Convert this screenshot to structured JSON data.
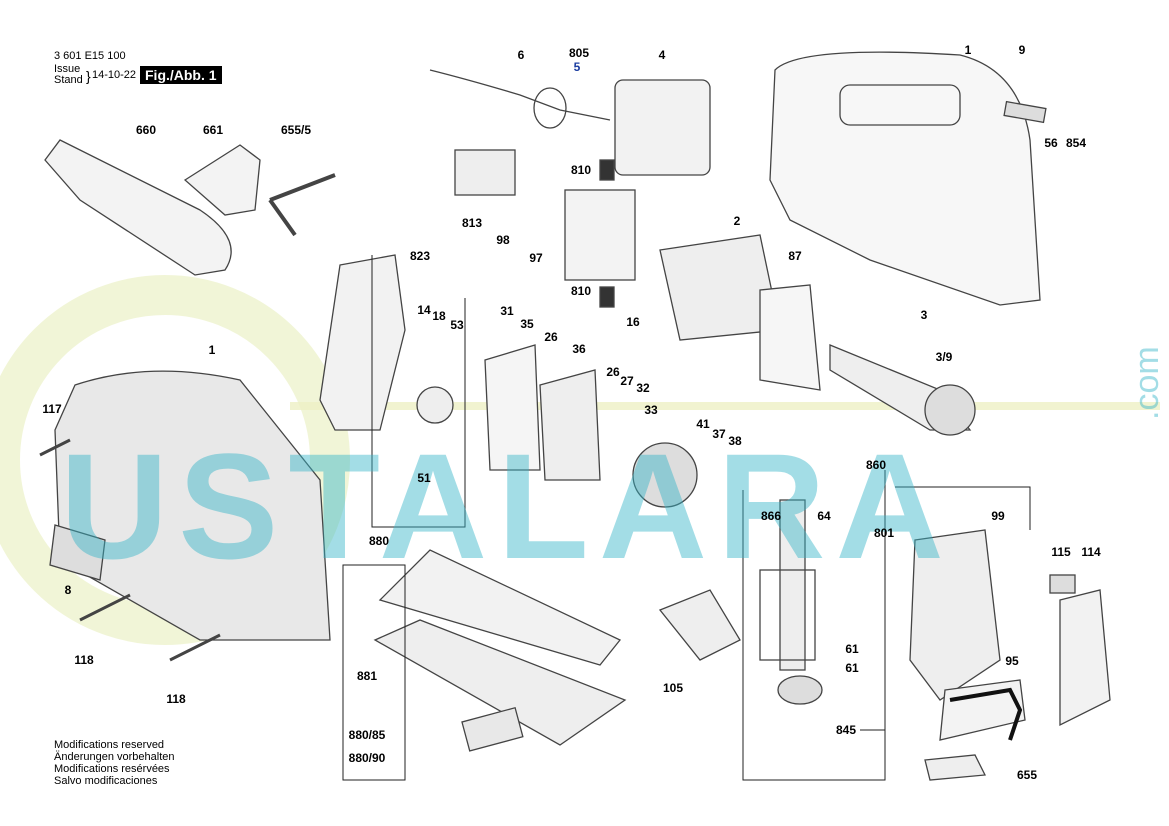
{
  "header": {
    "part_number": "3 601 E15 100",
    "issue_label": "Issue",
    "stand_label": "Stand",
    "date": "14-10-22",
    "figure": "Fig./Abb. 1"
  },
  "notes": [
    "Modifications reserved",
    "Änderungen vorbehalten",
    "Modifications resérvées",
    "Salvo modificaciones"
  ],
  "watermark": {
    "text": "USTALARA",
    ".com": ".com"
  },
  "labels": [
    "6",
    "805",
    "5",
    "4",
    "1",
    "9",
    "56",
    "854",
    "660",
    "661",
    "655/5",
    "810",
    "813",
    "98",
    "97",
    "2",
    "87",
    "810",
    "16",
    "823",
    "14",
    "18",
    "53",
    "31",
    "35",
    "26",
    "36",
    "3",
    "3/9",
    "1",
    "117",
    "26",
    "27",
    "32",
    "33",
    "41",
    "37",
    "38",
    "51",
    "860",
    "866",
    "64",
    "99",
    "801",
    "880",
    "115",
    "114",
    "8",
    "61",
    "61",
    "95",
    "118",
    "881",
    "105",
    "118",
    "845",
    "880/85",
    "880/90",
    "655"
  ],
  "colors": {
    "line": "#555555",
    "accent_label": "#1a3ca0",
    "watermark": "#35b5c8"
  }
}
